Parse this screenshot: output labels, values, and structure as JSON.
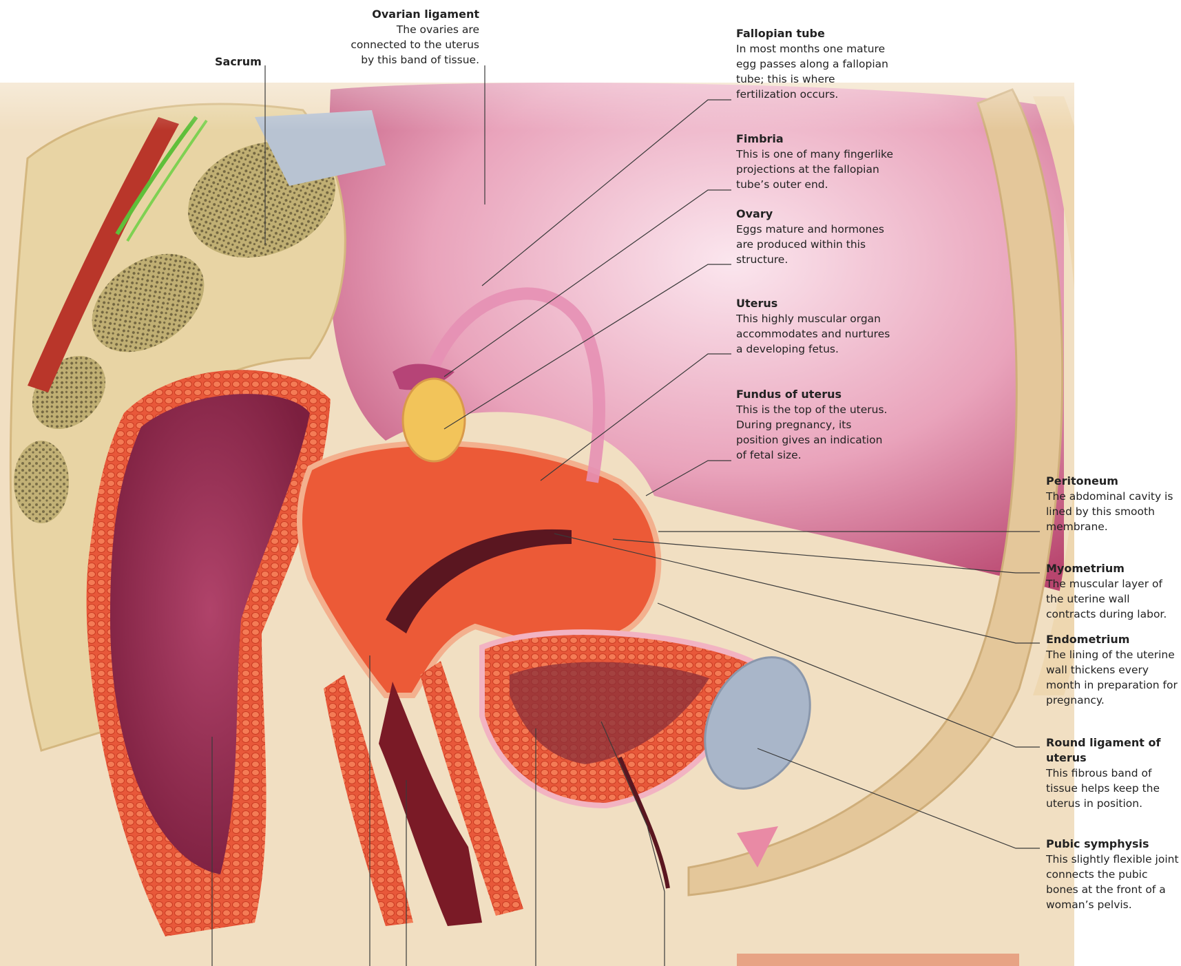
{
  "labels": {
    "sacrum": {
      "title": "Sacrum",
      "desc": ""
    },
    "ovarian_ligament": {
      "title": "Ovarian ligament",
      "desc": "The ovaries are connected to the uterus by this band of tissue."
    },
    "fallopian_tube": {
      "title": "Fallopian tube",
      "desc": "In most months one mature egg passes along a fallopian tube; this is where fertilization occurs."
    },
    "fimbria": {
      "title": "Fimbria",
      "desc": "This is one of many fingerlike projections at the fallopian tube’s outer end."
    },
    "ovary": {
      "title": "Ovary",
      "desc": "Eggs mature and hormones are produced within this structure."
    },
    "uterus": {
      "title": "Uterus",
      "desc": "This highly muscular organ accommodates and nurtures a developing fetus."
    },
    "fundus": {
      "title": "Fundus of uterus",
      "desc": "This is the top of the uterus. During pregnancy, its position gives an indication of fetal size."
    },
    "peritoneum": {
      "title": "Peritoneum",
      "desc": "The abdominal cavity is lined by this smooth membrane."
    },
    "myometrium": {
      "title": "Myometrium",
      "desc": "The muscular layer of the uterine wall contracts during labor."
    },
    "endometrium": {
      "title": "Endometrium",
      "desc": "The lining of the uterine wall thickens every month in preparation for pregnancy."
    },
    "round_ligament": {
      "title": "Round ligament of uterus",
      "desc": "This fibrous band of tissue helps keep the uterus in position."
    },
    "pubic_symphysis": {
      "title": "Pubic symphysis",
      "desc": "This slightly flexible joint connects the pubic bones at the front of a woman’s pelvis."
    }
  },
  "colors": {
    "bone": "#e6d3a8",
    "marrow": "#8a7b4a",
    "muscle": "#e8583a",
    "rectum_inner": "#8e2a4a",
    "peritoneum": "#d9708a",
    "ovary": "#f2c45a",
    "pubic": "#a9b6c9",
    "leader": "#3a3a3a"
  }
}
